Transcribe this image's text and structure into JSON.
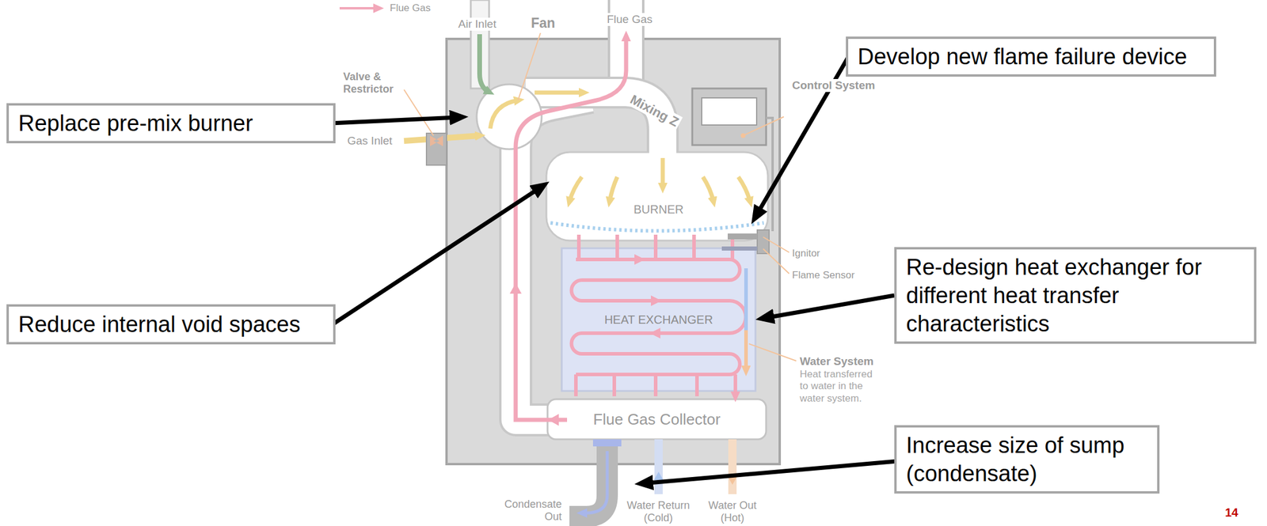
{
  "diagram": {
    "nodes": [
      {
        "text": [
          "Replace pre-mix burner"
        ]
      },
      {
        "text": [
          "Develop new flame failure device"
        ]
      },
      {
        "text": [
          "Reduce internal void spaces"
        ]
      },
      {
        "text": [
          "Re-design heat exchanger for different heat transfer characteristics"
        ]
      },
      {
        "text": [
          "HEAT EXCHANGER"
        ]
      },
      {
        "text": [
          "Flue Gas Collector"
        ]
      },
      {
        "text": [
          "Increase size of sump (condensate)"
        ]
      }
    ],
    "edges": [
      {
        "from": 3,
        "to": 4,
        "arrow": "to"
      }
    ],
    "labels": [
      "Air Inlet",
      "Fan",
      "Flue Gas",
      "Valve & Restrictor",
      "Mixing Z",
      "Gas Inlet",
      "Control System",
      "BURNER",
      "Ignitor",
      "Flame Sensor",
      "Water System",
      "Heat transferred to water in the water system.",
      "Condensate Out",
      "Water Return (Cold)",
      "Water Out (Hot)",
      "14"
    ],
    "legend": [
      {
        "text": "Flue Gas"
      }
    ]
  }
}
